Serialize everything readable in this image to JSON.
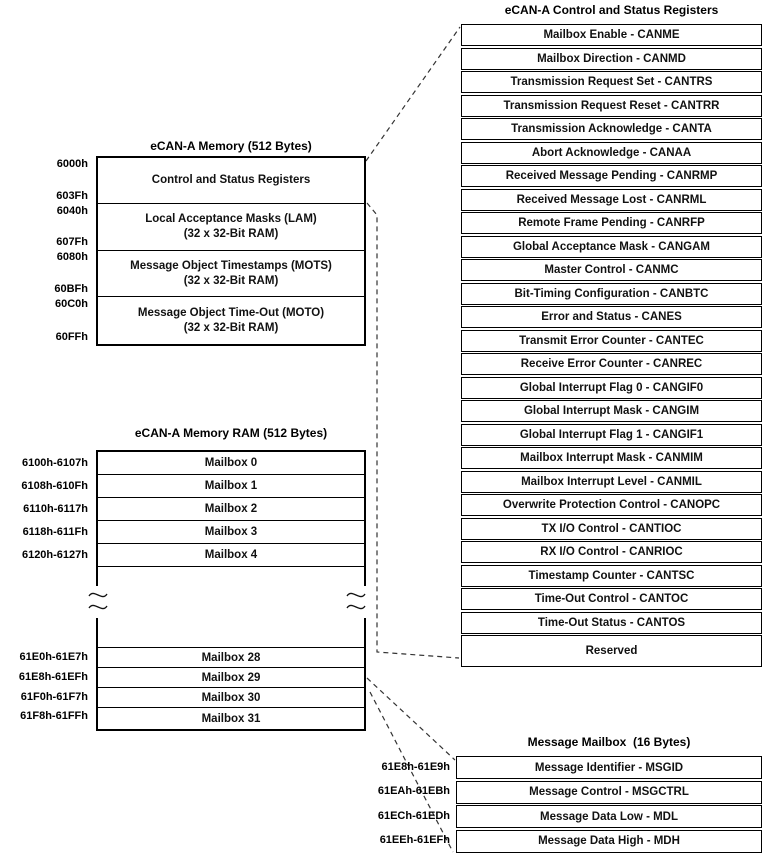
{
  "diagram": {
    "memory": {
      "title": "eCAN-A Memory (512 Bytes)",
      "addr": [
        "6000h",
        "603Fh",
        "6040h",
        "607Fh",
        "6080h",
        "60BFh",
        "60C0h",
        "60FFh"
      ],
      "rows": [
        {
          "l1": "Control and Status Registers",
          "l2": ""
        },
        {
          "l1": "Local Acceptance Masks (LAM)",
          "l2": "(32 x 32-Bit RAM)"
        },
        {
          "l1": "Message Object Timestamps (MOTS)",
          "l2": "(32 x 32-Bit RAM)"
        },
        {
          "l1": "Message Object Time-Out (MOTO)",
          "l2": "(32 x 32-Bit RAM)"
        }
      ]
    },
    "ram": {
      "title": "eCAN-A Memory RAM (512 Bytes)",
      "rows_top": [
        {
          "addr": "6100h-6107h",
          "label": "Mailbox 0"
        },
        {
          "addr": "6108h-610Fh",
          "label": "Mailbox 1"
        },
        {
          "addr": "6110h-6117h",
          "label": "Mailbox 2"
        },
        {
          "addr": "6118h-611Fh",
          "label": "Mailbox 3"
        },
        {
          "addr": "6120h-6127h",
          "label": "Mailbox 4"
        }
      ],
      "rows_bottom": [
        {
          "addr": "61E0h-61E7h",
          "label": "Mailbox 28"
        },
        {
          "addr": "61E8h-61EFh",
          "label": "Mailbox 29"
        },
        {
          "addr": "61F0h-61F7h",
          "label": "Mailbox 30"
        },
        {
          "addr": "61F8h-61FFh",
          "label": "Mailbox 31"
        }
      ]
    },
    "registers": {
      "title": "eCAN-A Control and Status Registers",
      "items": [
        "Mailbox Enable - CANME",
        "Mailbox Direction - CANMD",
        "Transmission Request Set - CANTRS",
        "Transmission Request Reset - CANTRR",
        "Transmission Acknowledge - CANTA",
        "Abort Acknowledge - CANAA",
        "Received Message Pending - CANRMP",
        "Received Message Lost - CANRML",
        "Remote Frame Pending - CANRFP",
        "Global Acceptance Mask - CANGAM",
        "Master Control - CANMC",
        "Bit-Timing Configuration - CANBTC",
        "Error and Status - CANES",
        "Transmit Error Counter - CANTEC",
        "Receive Error Counter - CANREC",
        "Global Interrupt Flag 0 - CANGIF0",
        "Global Interrupt Mask - CANGIM",
        "Global Interrupt Flag 1 - CANGIF1",
        "Mailbox Interrupt Mask - CANMIM",
        "Mailbox Interrupt Level - CANMIL",
        "Overwrite Protection Control - CANOPC",
        "TX I/O Control - CANTIOC",
        "RX I/O Control - CANRIOC",
        "Timestamp Counter - CANTSC",
        "Time-Out Control - CANTOC",
        "Time-Out Status - CANTOS"
      ],
      "reserved": "Reserved"
    },
    "mailbox": {
      "title": "Message Mailbox  (16 Bytes)",
      "rows": [
        {
          "addr": "61E8h-61E9h",
          "label": "Message Identifier - MSGID"
        },
        {
          "addr": "61EAh-61EBh",
          "label": "Message Control - MSGCTRL"
        },
        {
          "addr": "61ECh-61EDh",
          "label": "Message Data Low - MDL"
        },
        {
          "addr": "61EEh-61EFh",
          "label": "Message Data High - MDH"
        }
      ]
    }
  }
}
